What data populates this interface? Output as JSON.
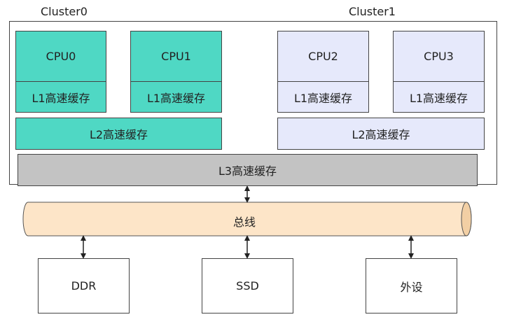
{
  "colors": {
    "cluster0_fill": "#4fd8c4",
    "cluster1_fill": "#e6e9fb",
    "l3_fill": "#c3c3c3",
    "bus_fill": "#fde5c8",
    "bus_edge": "#f2cfa4",
    "border": "#444444"
  },
  "clusters": [
    {
      "title": "Cluster0",
      "cpus": [
        {
          "name": "CPU0",
          "l1": "L1高速缓存"
        },
        {
          "name": "CPU1",
          "l1": "L1高速缓存"
        }
      ],
      "l2": "L2高速缓存"
    },
    {
      "title": "Cluster1",
      "cpus": [
        {
          "name": "CPU2",
          "l1": "L1高速缓存"
        },
        {
          "name": "CPU3",
          "l1": "L1高速缓存"
        }
      ],
      "l2": "L2高速缓存"
    }
  ],
  "l3": "L3高速缓存",
  "bus": "总线",
  "devices": [
    "DDR",
    "SSD",
    "外设"
  ]
}
